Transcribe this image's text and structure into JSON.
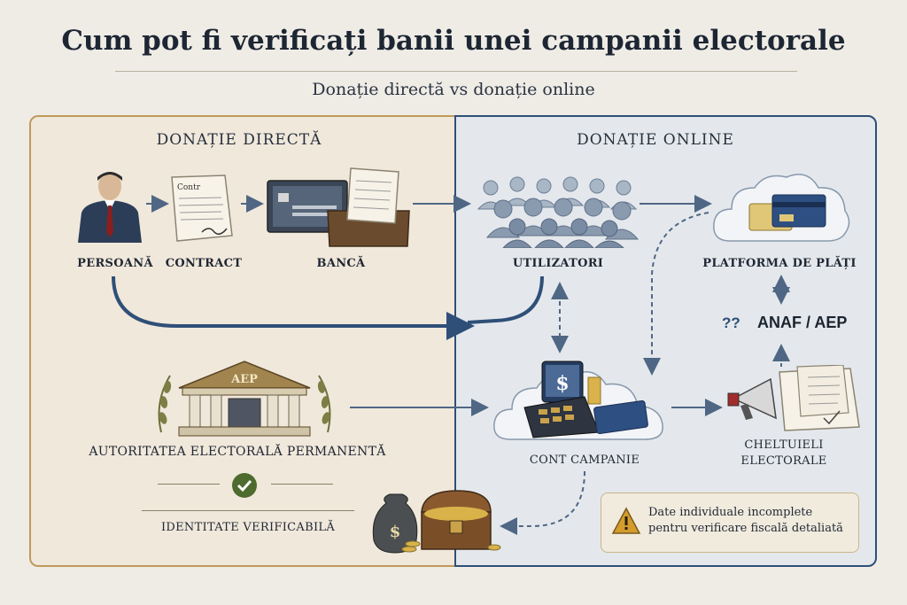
{
  "title": "Cum pot fi verificați banii unei campanii electorale",
  "subtitle": "Donație directă vs donație online",
  "left_panel": {
    "heading": "DONAȚIE DIRECTĂ",
    "nodes": {
      "person": "PERSOANĂ",
      "contract": "CONTRACT",
      "bank": "BANCĂ",
      "aep_full": "AUTORITATEA ELECTORALĂ PERMANENTĂ",
      "aep_short": "AEP",
      "identity": "IDENTITATE VERIFICABILĂ",
      "contract_doc_text": "Contr"
    }
  },
  "right_panel": {
    "heading": "DONAȚIE ONLINE",
    "nodes": {
      "users": "UTILIZATORI",
      "payment_platform": "PLATFORMA DE PLĂȚI",
      "authority": "ANAF / AEP",
      "question": "??",
      "campaign_account": "CONT CAMPANIE",
      "expenses_line1": "CHELTUIELI",
      "expenses_line2": "ELECTORALE",
      "dollar_sign": "$"
    },
    "warning": {
      "line1": "Date individuale incomplete",
      "line2": "pentru verificare fiscală detaliată",
      "icon": "warning-triangle-icon"
    }
  },
  "colors": {
    "left_border": "#c09a5b",
    "right_border": "#2f4f78",
    "arrow": "#4f6784",
    "check": "#4d6b2e"
  }
}
